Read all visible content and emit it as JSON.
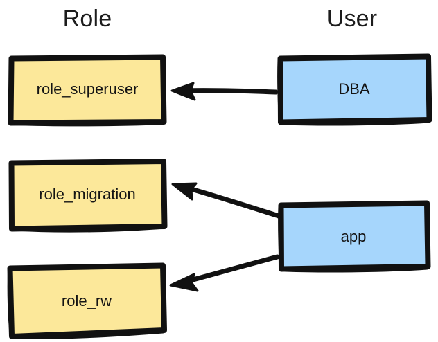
{
  "diagram": {
    "type": "role-to-user-mapping",
    "background": "#ffffff",
    "columns": [
      {
        "id": "role",
        "title": "Role"
      },
      {
        "id": "user",
        "title": "User"
      }
    ],
    "colors": {
      "role_fill": "#fce89a",
      "user_fill": "#a6d6fc",
      "stroke": "#111111",
      "text": "#141414",
      "header_text": "#1c1c1c"
    },
    "nodes": [
      {
        "id": "role_superuser",
        "label": "role_superuser",
        "column": "role",
        "fill": "#fce89a"
      },
      {
        "id": "role_migration",
        "label": "role_migration",
        "column": "role",
        "fill": "#fce89a"
      },
      {
        "id": "role_rw",
        "label": "role_rw",
        "column": "role",
        "fill": "#fce89a"
      },
      {
        "id": "dba",
        "label": "DBA",
        "column": "user",
        "fill": "#a6d6fc"
      },
      {
        "id": "app",
        "label": "app",
        "column": "user",
        "fill": "#a6d6fc"
      }
    ],
    "edges": [
      {
        "from": "dba",
        "to": "role_superuser",
        "style": "arrow",
        "direction": "right-to-left"
      },
      {
        "from": "app",
        "to": "role_migration",
        "style": "arrow",
        "direction": "right-to-left"
      },
      {
        "from": "app",
        "to": "role_rw",
        "style": "arrow",
        "direction": "right-to-left"
      }
    ]
  }
}
